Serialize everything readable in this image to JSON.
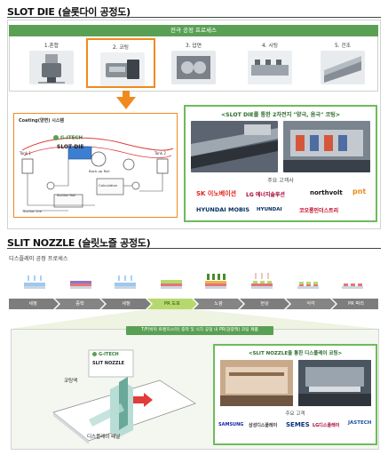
{
  "section1": {
    "title": "SLOT DIE (슬롯다이 공정도)",
    "band": "전극 공정 프로세스",
    "steps": [
      {
        "label": "1.혼합"
      },
      {
        "label": "2. 코팅"
      },
      {
        "label": "3. 압연"
      },
      {
        "label": "4. 시팅"
      },
      {
        "label": "5. 건조"
      }
    ],
    "coating": {
      "title": "Coating(양면) 시스템",
      "brand": "G-ITECH",
      "die_label": "SLOT DIE",
      "tank1": "Tank 1",
      "tank2": "Tank 2",
      "back_up_roll": "Back-up Roll",
      "suction_roll": "Suction Roll",
      "dispenser": "Slurry Dispenser",
      "calculation": "Calculation",
      "suction_line": "Suction line"
    },
    "green": {
      "title": "<SLOT DIE를 통한 2차전지 \"양극, 음극\" 코팅>",
      "customers_title": "주요 고객사",
      "logos": [
        "SK 이노베이션",
        "LG 에너지솔루션",
        "northvolt",
        "pnt",
        "HYUNDAI MOBIS",
        "HYUNDAI",
        "코오롱인더스트리"
      ]
    }
  },
  "section2": {
    "title": "SLIT NOZZLE (슬릿노즐 공정도)",
    "subtitle": "디스플레이 공정 프로세스",
    "chevrons": [
      "세정",
      "증착",
      "세정",
      "PR 도포",
      "노광",
      "현상",
      "식각",
      "PR 박리"
    ],
    "tf_label": "T/F(박막 트랜지스터) 증착 및 식각 공정 내 PR(감광액) 코팅 제품",
    "brand": "G-ITECH",
    "nozzle_label": "SLIT NOZZLE",
    "coating_liquid": "코팅액",
    "panel_label": "디스플레이 패널",
    "green": {
      "title": "<SLIT NOZZLE을 통한 디스플레이 코팅>",
      "customers_title": "주요 고객",
      "logos": [
        "SAMSUNG",
        "삼성디스플레이",
        "SEMES",
        "LG디스플레이",
        "JASTECH"
      ]
    }
  },
  "colors": {
    "green": "#5aa054",
    "orange": "#f08a1e",
    "chevron_gray": "#7d7d7d",
    "chevron_highlight": "#b6d96e"
  }
}
